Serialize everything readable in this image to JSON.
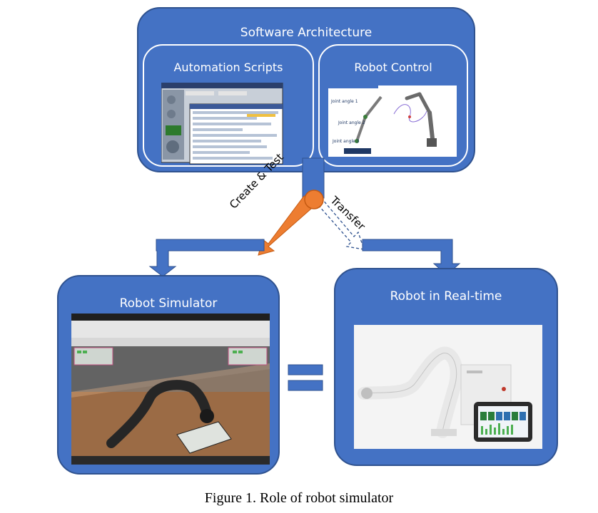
{
  "software_architecture": {
    "title": "Software Architecture",
    "automation_scripts": {
      "title": "Automation Scripts"
    },
    "robot_control": {
      "title": "Robot Control",
      "joint_labels": [
        "Joint angle 1",
        "Joint angle 2",
        "Joint angle 3"
      ]
    }
  },
  "simulator": {
    "title": "Robot Simulator"
  },
  "realtime": {
    "title": "Robot in Real-time"
  },
  "arrows": {
    "create_test": "Create & Test",
    "transfer": "Transfer"
  },
  "caption": "Figure 1. Role of robot simulator",
  "colors": {
    "panel": "#4472C4",
    "panel_border": "#2F528F",
    "accent": "#ED7D31",
    "white": "#FFFFFF"
  }
}
